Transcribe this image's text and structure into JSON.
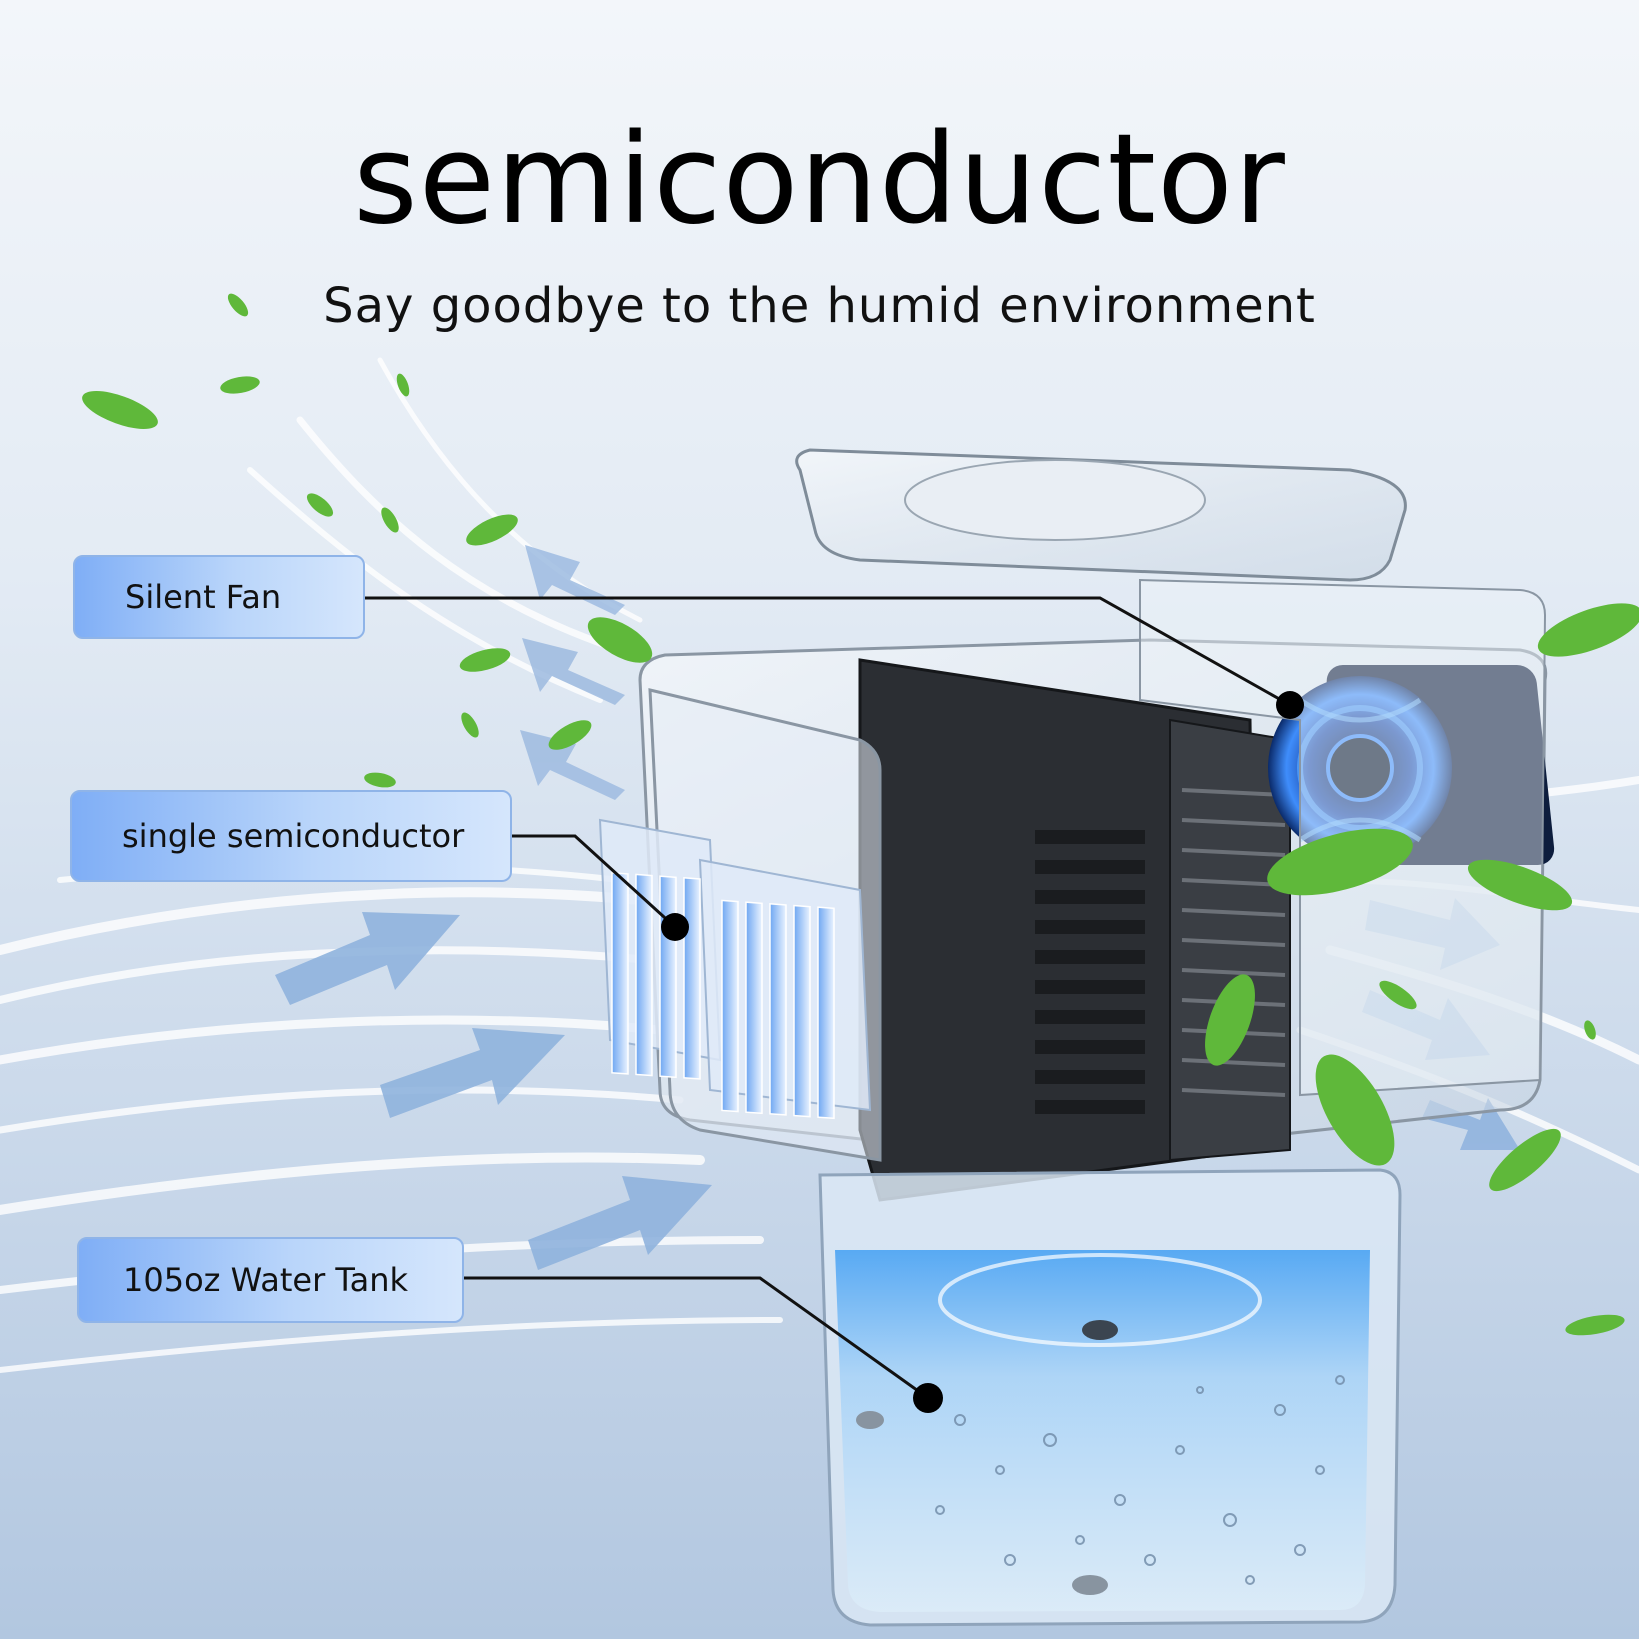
{
  "title": "semiconductor",
  "subtitle": "Say goodbye to the humid environment",
  "callouts": {
    "fan": "Silent Fan",
    "semiconductor": "single semiconductor",
    "tank": "105oz Water Tank"
  },
  "icons": {
    "arrow": "airflow-arrow-icon",
    "leaf": "leaf-icon"
  },
  "colors": {
    "accent_blue": "#7faef6",
    "fan_glow": "#2f7df0",
    "water": "#8fc4f5",
    "leaf": "#5fb83a"
  }
}
